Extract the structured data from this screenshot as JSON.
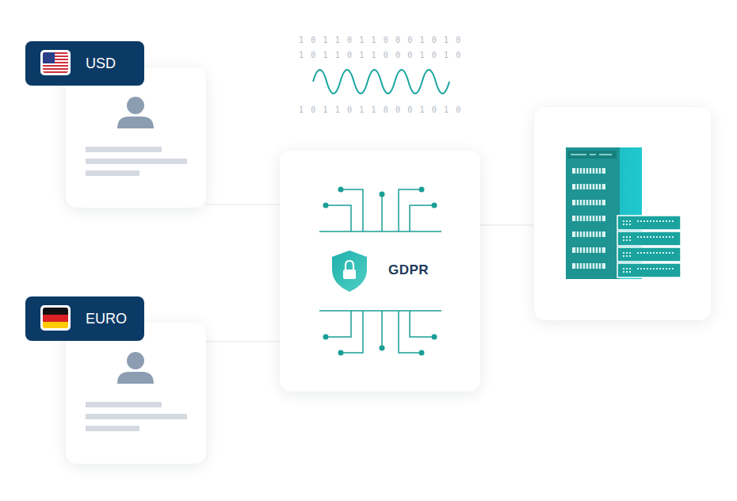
{
  "diagram": {
    "nodes": [
      {
        "text": [
          "USD"
        ]
      },
      {
        "text": [
          "EURO"
        ]
      },
      {
        "text": [
          "GDPR"
        ]
      },
      {
        "text": []
      }
    ],
    "edges": [
      {
        "from": 0,
        "to": 2,
        "arrow": "none"
      },
      {
        "from": 1,
        "to": 2,
        "arrow": "none"
      },
      {
        "from": 2,
        "to": 3,
        "arrow": "none"
      }
    ],
    "labels": [
      "1 0 1 1 0 1 1 0 0 0 1 0 1 0",
      "1 0 1 1 0 1 1 0 0 0 1 0 1 0",
      "1 0 1 1 0 1 1 0 0 0 1 0 1 0"
    ]
  }
}
